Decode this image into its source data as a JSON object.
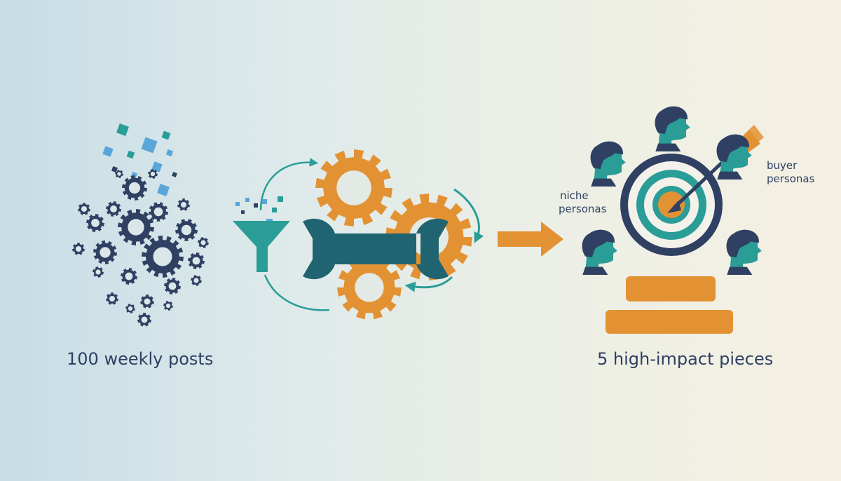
{
  "labels": {
    "left_caption": "100 weekly posts",
    "right_caption": "5 high-impact pieces",
    "niche_line1": "niche",
    "niche_line2": "personas",
    "buyer_line1": "buyer",
    "buyer_line2": "personas"
  },
  "colors": {
    "navy": "#2f4063",
    "teal": "#2a9d97",
    "dark_teal": "#1f6470",
    "orange": "#e39233",
    "light_blue": "#5aa6d9"
  },
  "icons": {
    "left": "gear-cluster-icon",
    "middle": [
      "funnel-icon",
      "wrench-icon",
      "gear-icon",
      "cycle-arrows-icon"
    ],
    "connector": "right-arrow-icon",
    "right": [
      "target-icon",
      "arrow-icon",
      "person-head-icon",
      "podium-icon"
    ]
  }
}
